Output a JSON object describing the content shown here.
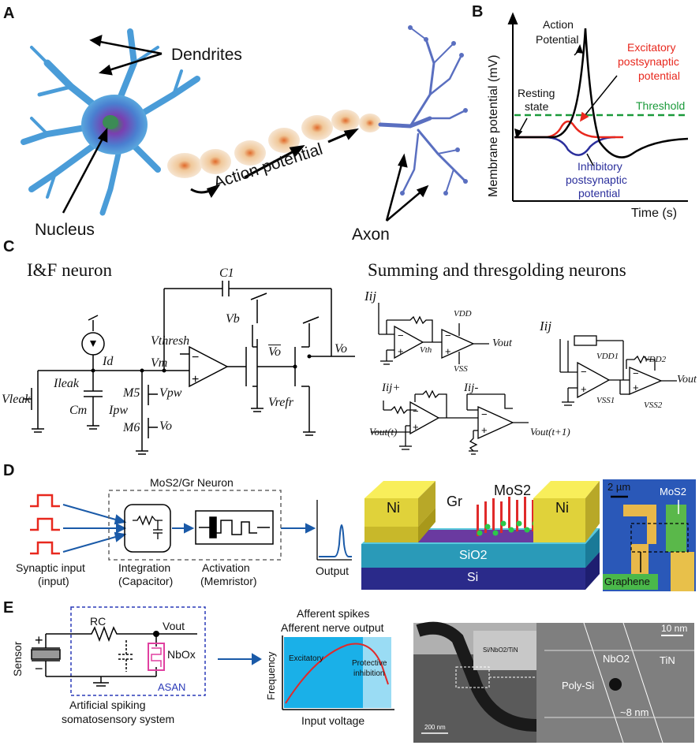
{
  "panels": {
    "a": "A",
    "b": "B",
    "c": "C",
    "d": "D",
    "e": "E"
  },
  "neuron": {
    "dendrites": "Dendrites",
    "nucleus": "Nucleus",
    "action_potential": "Action potential",
    "axon": "Axon"
  },
  "membrane": {
    "ylabel": "Membrane potential (mV)",
    "xlabel": "Time (s)",
    "action_potential_l1": "Action",
    "action_potential_l2": "Potential",
    "epsp_l1": "Excitatory",
    "epsp_l2": "postsynaptic",
    "epsp_l3": "potential",
    "resting_l1": "Resting",
    "resting_l2": "state",
    "threshold": "Threshold",
    "ipsp_l1": "Inhibitory",
    "ipsp_l2": "postsynaptic",
    "ipsp_l3": "potential",
    "colors": {
      "action": "#000000",
      "epsp": "#e8281e",
      "ipsp": "#2b2f9c",
      "threshold": "#1a9a3a"
    }
  },
  "circuit_if": {
    "title": "I&F neuron",
    "c1": "C1",
    "vb": "Vb",
    "vthresh": "Vthresh",
    "vm": "Vm",
    "vo_bar": "Vo",
    "vo": "Vo",
    "id": "Id",
    "vrefr": "Vrefr",
    "vpw": "Vpw",
    "m5": "M5",
    "ipw": "Ipw",
    "m6": "M6",
    "vo2": "Vo",
    "vleak": "Vleak",
    "ileak": "Ileak",
    "cm": "Cm"
  },
  "circuit_sum": {
    "title": "Summing and thresgolding neurons",
    "iij": "Iij",
    "vdd": "VDD",
    "vth": "Vth",
    "vss": "VSS",
    "vout": "Vout",
    "iij_plus": "Iij+",
    "iij_minus": "Iij-",
    "vout_t": "Vout(t)",
    "vout_t1": "Vout(t+1)",
    "iij2": "Iij",
    "vdd1": "VDD1",
    "vss1": "VSS1",
    "vdd2": "VDD2",
    "vss2": "VSS2",
    "vout2": "Vout"
  },
  "mos2": {
    "neuron_title": "MoS2/Gr Neuron",
    "synaptic_l1": "Synaptic input",
    "synaptic_l2": "(input)",
    "integration_l1": "Integration",
    "integration_l2": "(Capacitor)",
    "activation_l1": "Activation",
    "activation_l2": "(Memristor)",
    "output": "Output",
    "ni_left": "Ni",
    "ni_right": "Ni",
    "gr": "Gr",
    "mos2": "MoS2",
    "sio2": "SiO2",
    "si": "Si",
    "scale": "2 µm",
    "micro_mos2": "MoS2",
    "graphene": "Graphene"
  },
  "asan": {
    "sensor": "Sensor",
    "rc": "RC",
    "vout": "Vout",
    "nbox": "NbOx",
    "asan": "ASAN",
    "caption_l1": "Artificial spiking",
    "caption_l2": "somatosensory system",
    "graph_title_l1": "Afferent spikes",
    "graph_title_l2": "Afferent nerve output",
    "excitatory": "Excitatory",
    "protective_l1": "Protective",
    "protective_l2": "inhibition",
    "ylabel": "Frequency",
    "xlabel": "Input voltage",
    "tem_stack": "Si/NbO2/TiN",
    "tem_scale": "200 nm",
    "tem_scale2": "10 nm",
    "nbo2": "NbO2",
    "tin": "TiN",
    "polysi": "Poly-Si",
    "thickness": "~8 nm"
  }
}
